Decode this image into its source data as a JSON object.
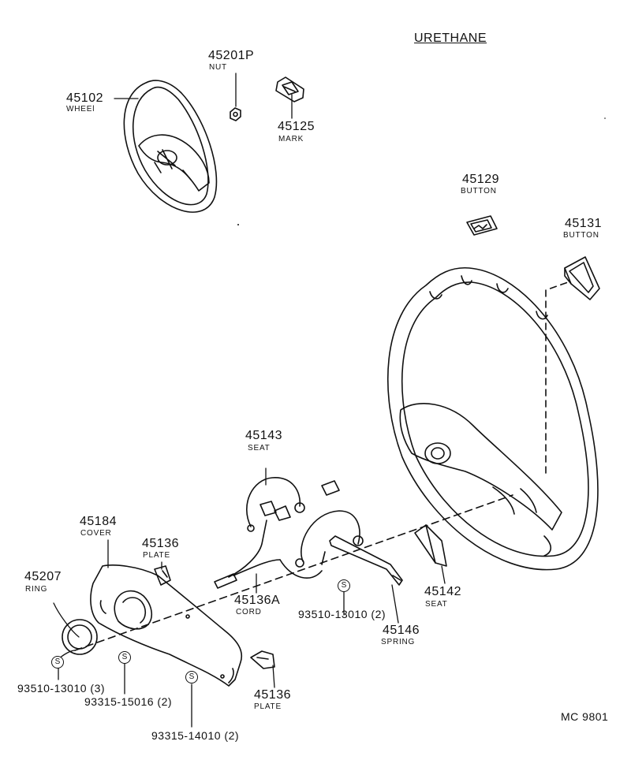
{
  "diagram": {
    "title": "URETHANE",
    "drawing_code": "MC 9801",
    "symbol": "S",
    "parts": {
      "p45201p": {
        "number": "45201P",
        "name": "NUT"
      },
      "p45102": {
        "number": "45102",
        "name": "WHEEl"
      },
      "p45125": {
        "number": "45125",
        "name": "MARK"
      },
      "p45129": {
        "number": "45129",
        "name": "BUTTON"
      },
      "p45131": {
        "number": "45131",
        "name": "BUTTON"
      },
      "p45143": {
        "number": "45143",
        "name": "SEAT"
      },
      "p45184": {
        "number": "45184",
        "name": "COVER"
      },
      "p45136_top": {
        "number": "45136",
        "name": "PLATE"
      },
      "p45207": {
        "number": "45207",
        "name": "RING"
      },
      "p45136a": {
        "number": "45136A",
        "name": "CORD"
      },
      "p45142": {
        "number": "45142",
        "name": "SEAT"
      },
      "p45146": {
        "number": "45146",
        "name": "SPRING"
      },
      "p45136_bottom": {
        "number": "45136",
        "name": "PLATE"
      }
    },
    "fasteners": {
      "f93510_2": "93510-13010 (2)",
      "f93510_3": "93510-13010 (3)",
      "f93315_15016": "93315-15016 (2)",
      "f93315_14010": "93315-14010 (2)"
    }
  }
}
